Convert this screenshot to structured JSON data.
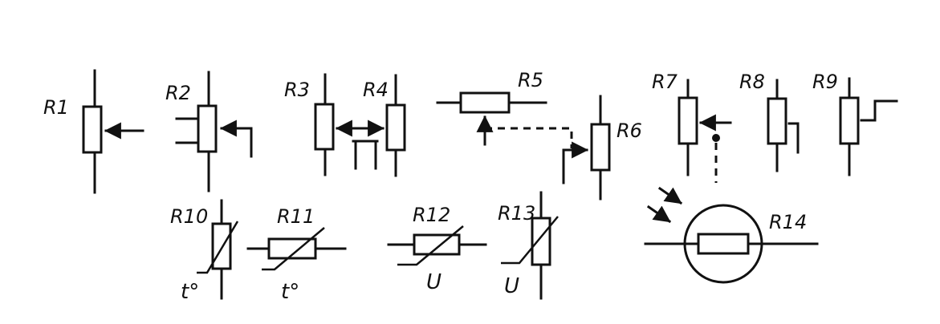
{
  "labels": {
    "r1": "R1",
    "r2": "R2",
    "r3": "R3",
    "r4": "R4",
    "r5": "R5",
    "r6": "R6",
    "r7": "R7",
    "r8": "R8",
    "r9": "R9",
    "r10": "R10",
    "r11": "R11",
    "r12": "R12",
    "r13": "R13",
    "r14": "R14"
  },
  "symbols": {
    "temperature_r10": "t°",
    "temperature_r11": "t°",
    "voltage_r12": "U",
    "voltage_r13": "U"
  }
}
